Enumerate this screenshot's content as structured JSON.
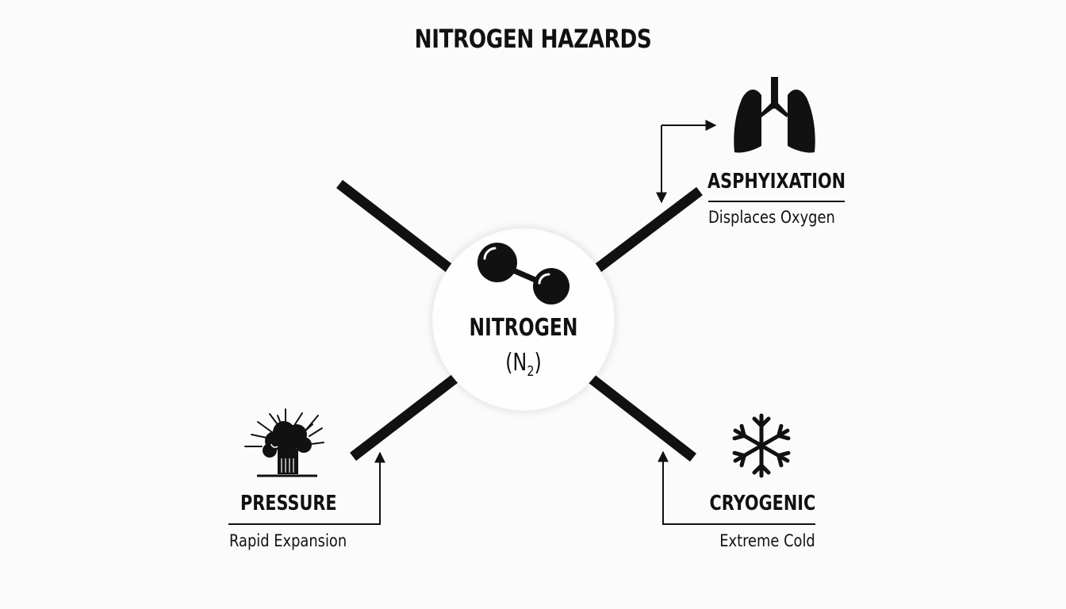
{
  "diagram": {
    "title": "NITROGEN HAZARDS",
    "center": {
      "label": "NITROGEN",
      "formula_prefix": "(N",
      "formula_subscript": "2",
      "formula_suffix": ")",
      "icon": "molecule-icon"
    },
    "hazards": [
      {
        "position": "top-right",
        "title": "ASPHYIXATION",
        "subtitle": "Displaces Oxygen",
        "icon": "lungs-icon"
      },
      {
        "position": "bottom-left",
        "title": "PRESSURE",
        "subtitle": "Rapid Expansion",
        "icon": "explosion-icon"
      },
      {
        "position": "bottom-right",
        "title": "CRYOGENIC",
        "subtitle": "Extreme Cold",
        "icon": "snowflake-icon"
      }
    ],
    "colors": {
      "ink": "#111111",
      "background": "#fbfbfb",
      "hub_fill": "#fefefe"
    }
  }
}
